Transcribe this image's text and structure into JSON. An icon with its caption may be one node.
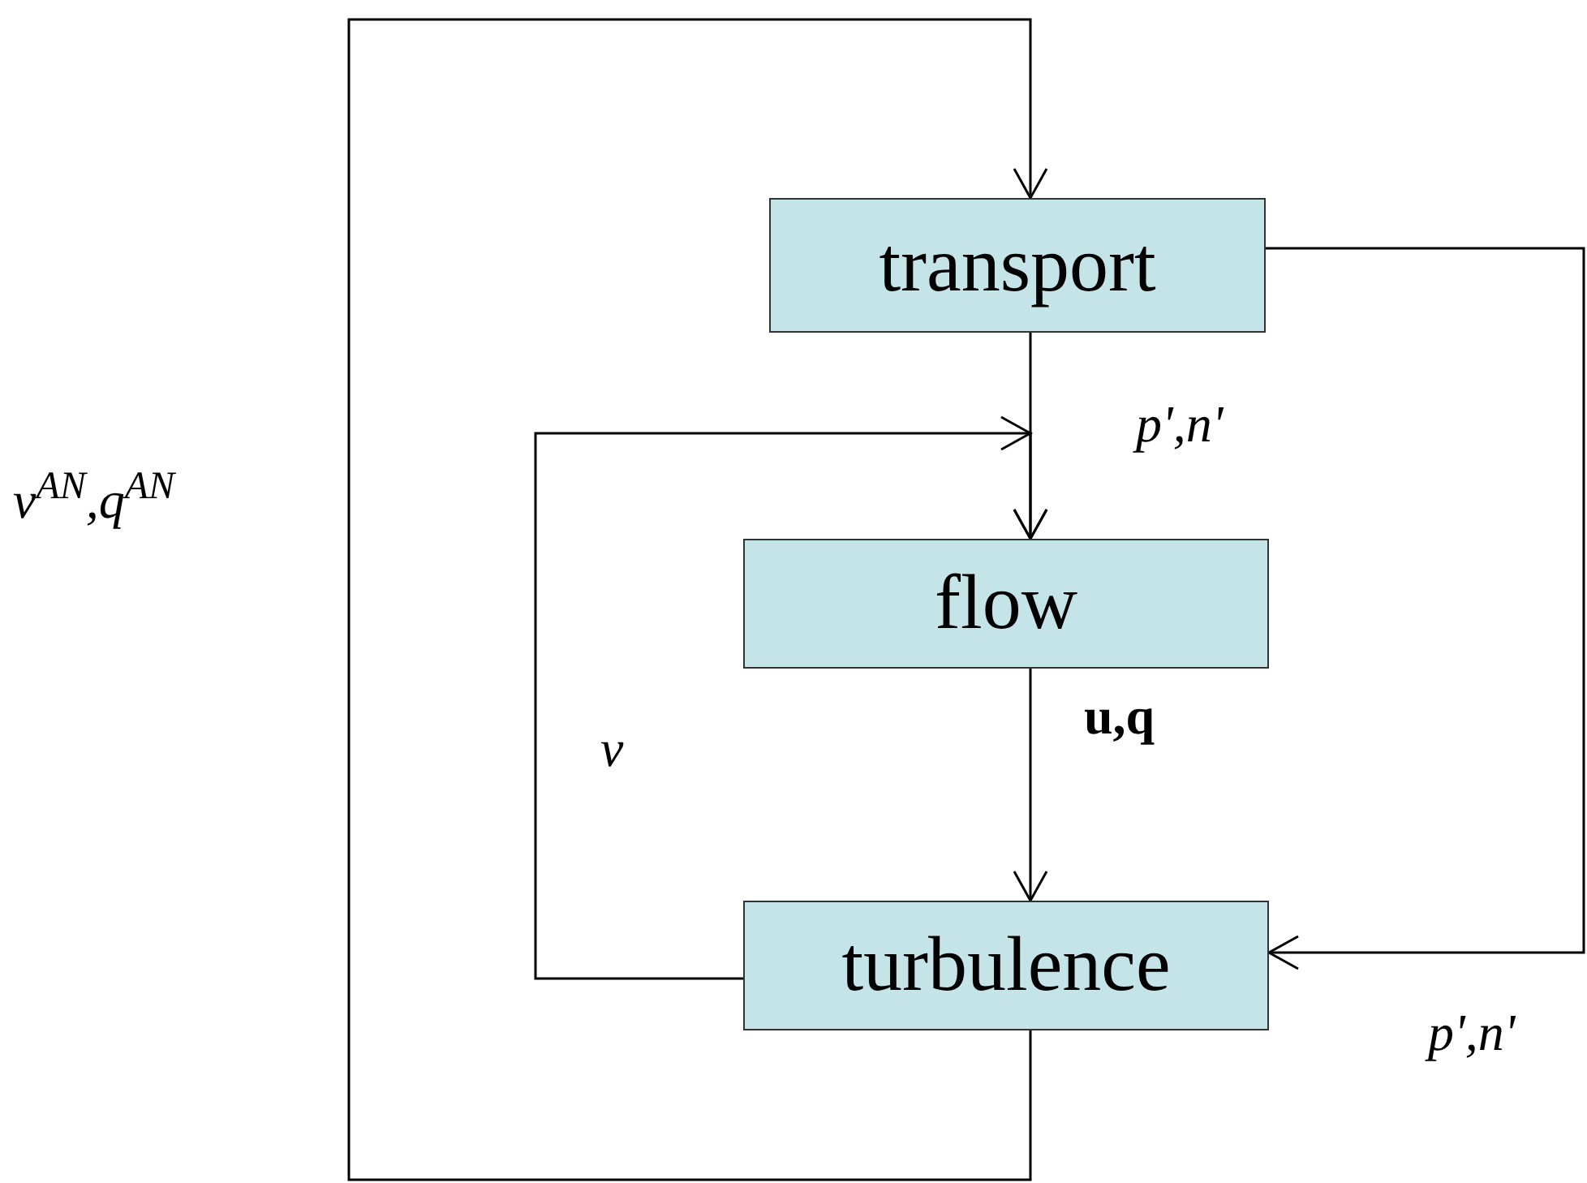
{
  "diagram": {
    "nodes": [
      {
        "text": [
          "transport"
        ]
      },
      {
        "text": [
          "flow"
        ]
      },
      {
        "text": [
          "turbulence"
        ]
      }
    ],
    "edges": [
      {
        "from": 0,
        "to": 1,
        "arrow": "to",
        "label": "p',n'"
      },
      {
        "from": 1,
        "to": 2,
        "arrow": "to",
        "label": "u,q"
      },
      {
        "from": 2,
        "to": 1,
        "arrow": "to",
        "label": "ν"
      },
      {
        "from": 0,
        "to": 2,
        "arrow": "to",
        "label": "p',n'"
      },
      {
        "from": 2,
        "to": 0,
        "arrow": "to",
        "label": "ν$^{AN}$,q$^{AN}$"
      }
    ]
  }
}
